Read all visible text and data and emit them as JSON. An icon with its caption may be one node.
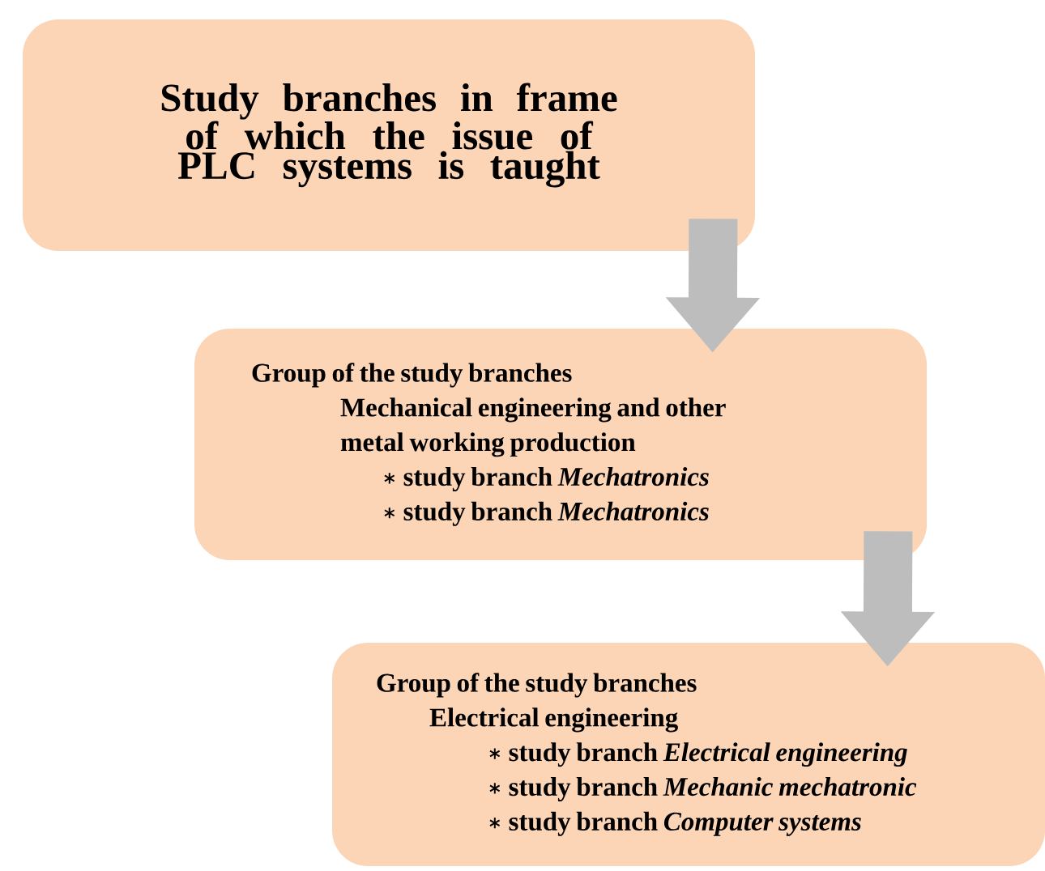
{
  "diagram": {
    "nodes": [
      {
        "text": [
          "Study branches in frame of which the issue of PLC systems is taught"
        ]
      },
      {
        "text": [
          "Group of the study branches",
          "Mechanical engineering and other metal working production",
          "study branch *Mechatronics*",
          "study branch *Mechatronics*"
        ]
      },
      {
        "text": [
          "Group of the study branches",
          "Electrical engineering",
          "study branch *Electrical engineering*",
          "study branch *Mechanic mechatronic*",
          "study branch *Computer systems*"
        ]
      }
    ],
    "edges": [
      {
        "from": 0,
        "to": 1,
        "arrow": "to"
      },
      {
        "from": 1,
        "to": 2,
        "arrow": "to"
      }
    ]
  }
}
